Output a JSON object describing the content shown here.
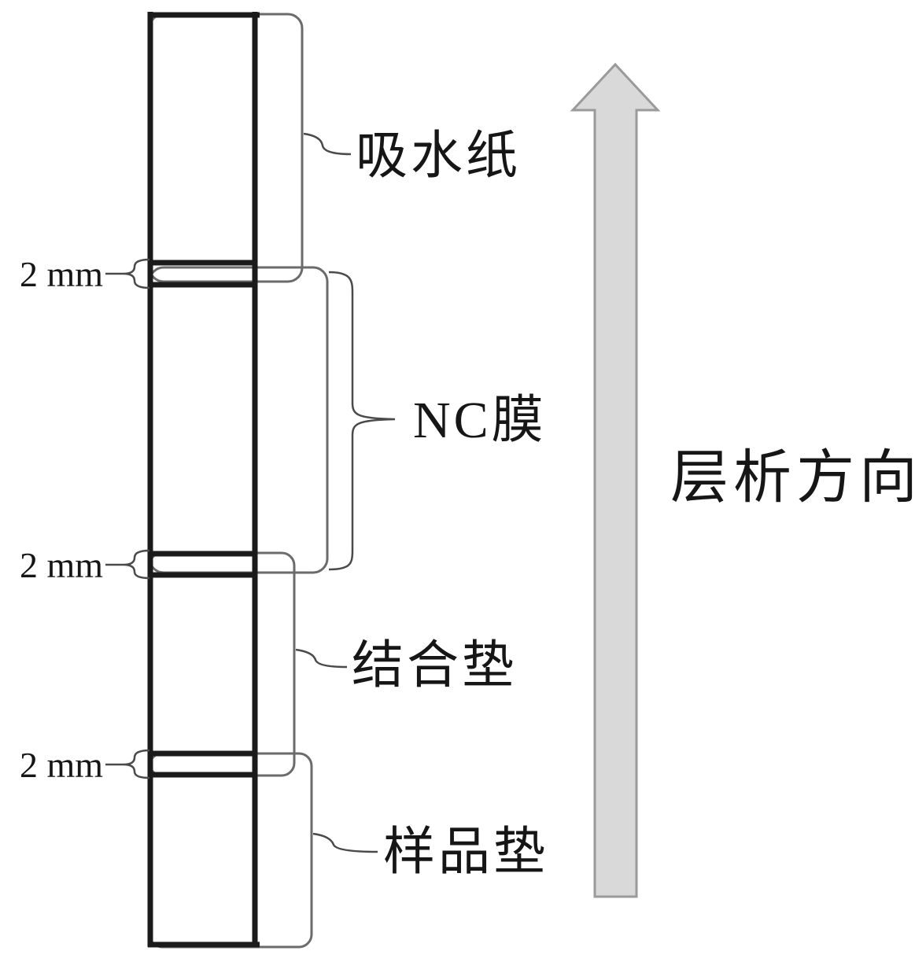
{
  "strip": {
    "layers": [
      {
        "name": "absorbent-paper",
        "label": "吸水纸"
      },
      {
        "name": "nc-membrane",
        "label": "NC膜"
      },
      {
        "name": "conjugate-pad",
        "label": "结合垫"
      },
      {
        "name": "sample-pad",
        "label": "样品垫"
      }
    ],
    "overlaps": [
      {
        "label": "2 mm"
      },
      {
        "label": "2 mm"
      },
      {
        "label": "2 mm"
      }
    ],
    "flow_direction_label": "层析方向"
  },
  "colors": {
    "line": "#1b1b1b",
    "layer_outline": "#6b6b6b",
    "pointer": "#4a4a4a",
    "arrow_fill": "#d9d9d9",
    "arrow_stroke": "#9a9a9a",
    "background": "#ffffff"
  }
}
